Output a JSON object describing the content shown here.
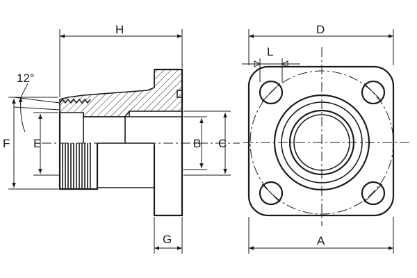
{
  "diagram": {
    "labels": {
      "H": "H",
      "D": "D",
      "L": "L",
      "angle": "12°",
      "F": "F",
      "E": "E",
      "B": "B",
      "C": "C",
      "G": "G",
      "A": "A"
    },
    "colors": {
      "line": "#1a1a1a",
      "background": "#ffffff"
    }
  }
}
